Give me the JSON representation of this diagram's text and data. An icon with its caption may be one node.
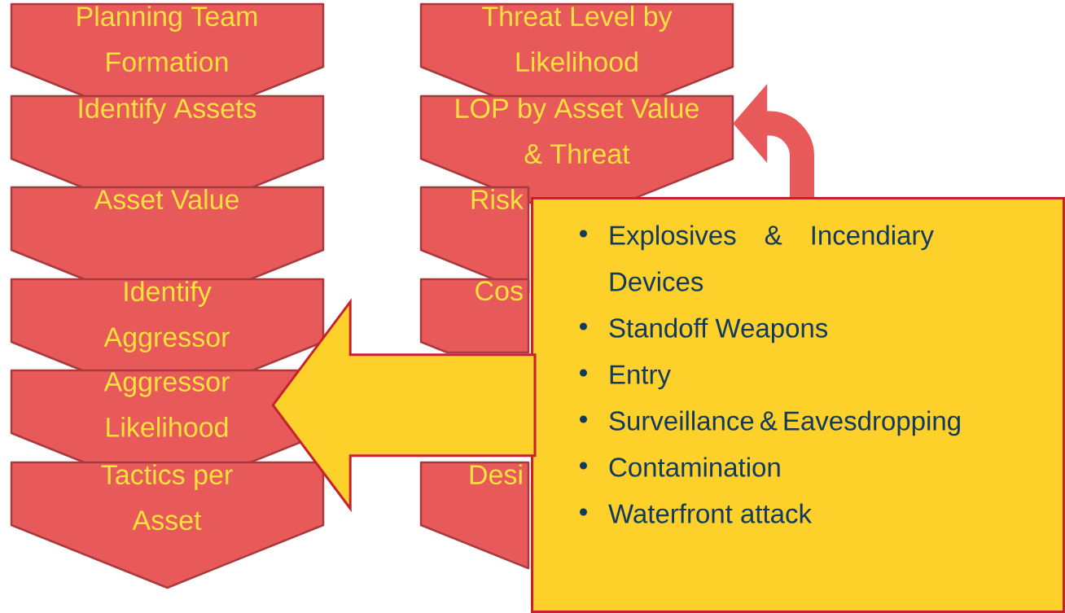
{
  "diagram": {
    "nodes": [
      {
        "text": [
          "Planning Team Formation"
        ]
      },
      {
        "text": [
          "Identify Assets"
        ]
      },
      {
        "text": [
          "Asset Value"
        ]
      },
      {
        "text": [
          "Identify Aggressor"
        ]
      },
      {
        "text": [
          "Aggressor Likelihood"
        ]
      },
      {
        "text": [
          "Tactics per Asset"
        ]
      },
      {
        "text": [
          "Threat Level by Likelihood"
        ]
      },
      {
        "text": [
          "LOP by Asset Value & Threat"
        ]
      },
      {
        "text": [
          "Risk"
        ]
      },
      {
        "text": [
          "Cos"
        ]
      },
      {
        "text": [
          "Desi"
        ]
      },
      {
        "text": [
          "Explosives & Incendiary Devices",
          "Standoff Weapons",
          "Entry",
          "Surveillance & Eavesdropping",
          "Contamination",
          "Waterfront attack"
        ]
      }
    ],
    "edges": [
      {
        "from": 11,
        "to": 4,
        "arrow": "to",
        "color": "#fdd02a"
      },
      {
        "from": 11,
        "to": 7,
        "arrow": "to",
        "color": "#e85a5a"
      }
    ]
  }
}
